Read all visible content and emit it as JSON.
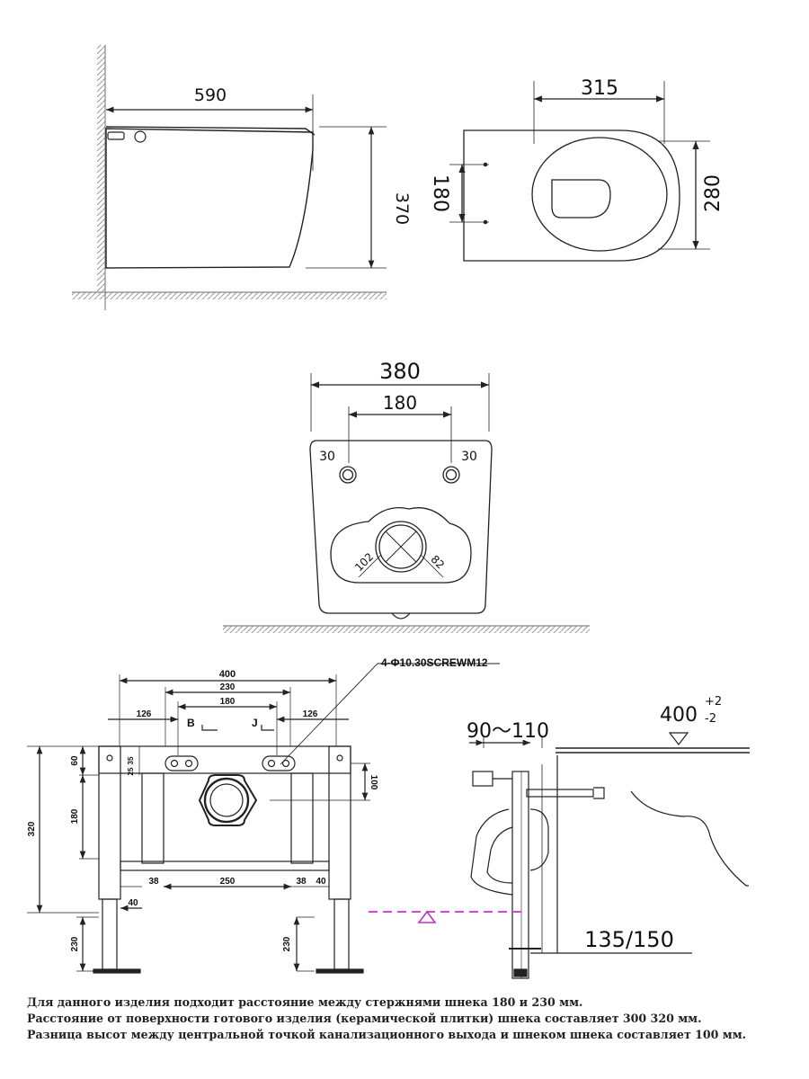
{
  "side_view": {
    "width": "590",
    "height": "370"
  },
  "top_view": {
    "width": "315",
    "depth": "280",
    "hole_spacing": "180"
  },
  "back_view": {
    "width": "380",
    "bolt_spacing": "180",
    "bolt_left": "30",
    "bolt_right": "30",
    "outlet_outer": "102",
    "outlet_inner": "82"
  },
  "frame_view": {
    "screw_label": "4-Φ10.30SCREWM12",
    "width_total": "400",
    "width_230": "230",
    "width_180": "180",
    "offset_left": "126",
    "offset_right": "126",
    "marker_b": "B",
    "marker_j": "J",
    "dim_35": "35",
    "dim_25": "25",
    "dim_60": "60",
    "dim_100": "100",
    "dim_180v": "180",
    "dim_320": "320",
    "dim_38_left": "38",
    "dim_250": "250",
    "dim_38_right": "38",
    "dim_40_right": "40",
    "dim_40_left": "40",
    "dim_230_left": "230",
    "dim_230_right": "230"
  },
  "install_view": {
    "depth_range": "90～110",
    "height_label": "400",
    "tol_plus": "+2",
    "tol_minus": "-2",
    "drain_label": "135/150"
  },
  "notes": [
    "Для данного изделия подходит расстояние между стержнями шнека 180 и 230 мм.",
    "Расстояние от поверхности готового изделия (керамической плитки) шнека составляет 300 320 мм.",
    "Разница высот между центральной точкой канализационного выхода и шнеком шнека составляет 100 мм."
  ]
}
